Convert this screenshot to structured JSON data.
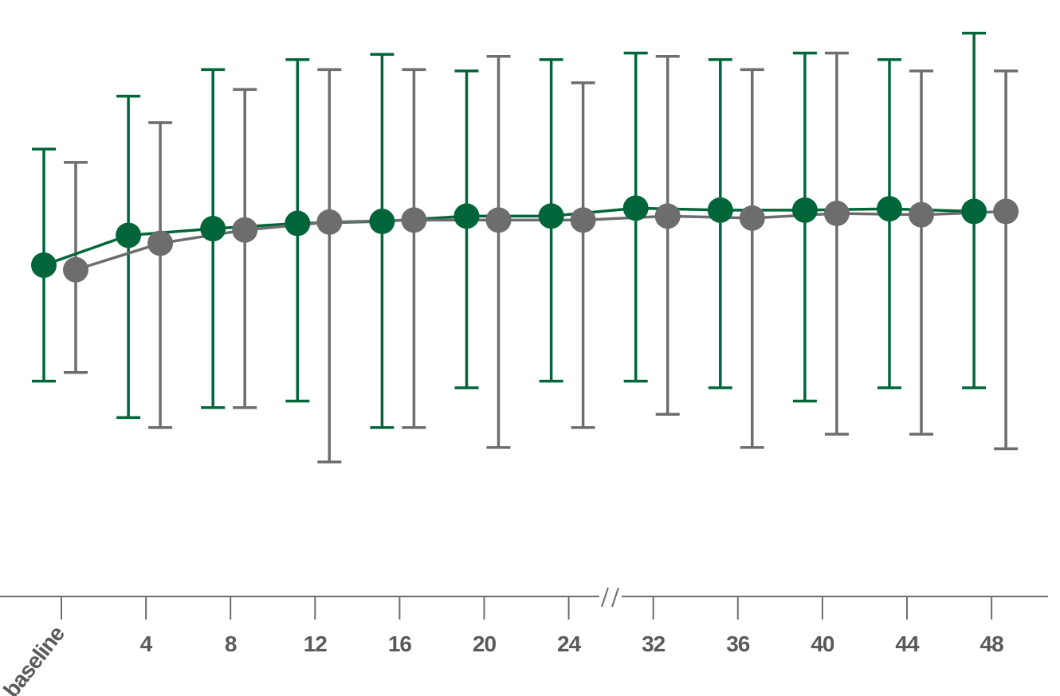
{
  "chart_data": {
    "type": "line",
    "x": [
      "baseline",
      "4",
      "8",
      "12",
      "16",
      "20",
      "24",
      "32",
      "36",
      "40",
      "44",
      "48"
    ],
    "axis_break": {
      "between": [
        "24",
        "32"
      ]
    },
    "ylim": [
      -5,
      100
    ],
    "grid": false,
    "legend": "none",
    "error_bars": true,
    "series": [
      {
        "color": "#00663a",
        "values": [
          60.0,
          64.5,
          65.5,
          66.3,
          66.6,
          67.4,
          67.4,
          68.6,
          68.3,
          68.3,
          68.5,
          68.1
        ],
        "upper": [
          77.5,
          85.5,
          89.5,
          91.0,
          91.8,
          89.3,
          91.0,
          92.0,
          91.0,
          92.0,
          91.0,
          95.0
        ],
        "lower": [
          42.5,
          37.0,
          38.5,
          39.5,
          35.5,
          41.5,
          42.5,
          42.5,
          41.5,
          39.5,
          41.5,
          41.5
        ]
      },
      {
        "color": "#6d6d70",
        "values": [
          59.3,
          63.3,
          65.3,
          66.5,
          66.8,
          66.8,
          66.8,
          67.4,
          67.1,
          67.8,
          67.6,
          68.1
        ],
        "upper": [
          75.5,
          81.5,
          86.5,
          89.5,
          89.5,
          91.5,
          87.5,
          91.5,
          89.5,
          92.0,
          89.3,
          89.3
        ],
        "lower": [
          43.8,
          35.5,
          38.5,
          30.3,
          35.5,
          32.5,
          35.5,
          37.5,
          32.5,
          34.5,
          34.5,
          32.3
        ]
      }
    ]
  }
}
